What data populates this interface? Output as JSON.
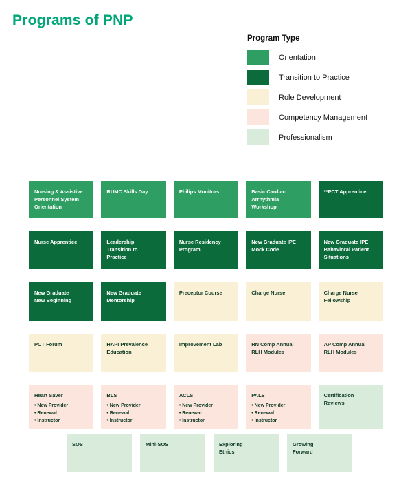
{
  "page": {
    "title": "Programs of PNP"
  },
  "colors": {
    "title": "#00a678",
    "text_dark": "#0f3b26",
    "text_light": "#ffffff"
  },
  "palette": {
    "orientation": {
      "bg": "#2f9e62",
      "text": "#ffffff"
    },
    "transition": {
      "bg": "#0b6b3b",
      "text": "#ffffff"
    },
    "role": {
      "bg": "#faf0d5",
      "text": "#0f3b26"
    },
    "competency": {
      "bg": "#fce5dc",
      "text": "#0f3b26"
    },
    "professionalism": {
      "bg": "#d9ebdb",
      "text": "#0f3b26"
    }
  },
  "bullet_glyph": "•",
  "legend": {
    "title": "Program Type",
    "items": [
      {
        "label": "Orientation",
        "type": "orientation"
      },
      {
        "label": "Transition to Practice",
        "type": "transition"
      },
      {
        "label": "Role Development",
        "type": "role"
      },
      {
        "label": "Competency Management",
        "type": "competency"
      },
      {
        "label": "Professionalism",
        "type": "professionalism"
      }
    ]
  },
  "grid": {
    "rows": [
      [
        {
          "label": "Nursing & Assistive\nPersonnel System\nOrientation",
          "type": "orientation"
        },
        {
          "label": "RUMC Skills Day",
          "type": "orientation"
        },
        {
          "label": "Philips Monitors",
          "type": "orientation"
        },
        {
          "label": "Basic Cardiac\nArrhythmia\nWorkshop",
          "type": "orientation"
        },
        {
          "label": "**PCT Apprentice",
          "type": "transition"
        }
      ],
      [
        {
          "label": "Nurse Apprentice",
          "type": "transition"
        },
        {
          "label": "Leadership\nTransition to\nPractice",
          "type": "transition"
        },
        {
          "label": "Nurse Residency\nProgram",
          "type": "transition"
        },
        {
          "label": "New Graduate IPE\nMock Code",
          "type": "transition"
        },
        {
          "label": "New Graduate IPE\nBahavioral Patient\nSituations",
          "type": "transition"
        }
      ],
      [
        {
          "label": "New Graduate\nNew Beginning",
          "type": "transition"
        },
        {
          "label": "New Graduate\nMentorship",
          "type": "transition"
        },
        {
          "label": "Preceptor Course",
          "type": "role"
        },
        {
          "label": "Charge Nurse",
          "type": "role"
        },
        {
          "label": "Charge Nurse\nFellowship",
          "type": "role"
        }
      ],
      [
        {
          "label": "PCT Forum",
          "type": "role"
        },
        {
          "label": "HAPI Prevalence\nEducation",
          "type": "role"
        },
        {
          "label": "Improvement Lab",
          "type": "role"
        },
        {
          "label": "RN Comp Annual\nRLH Modules",
          "type": "competency"
        },
        {
          "label": "AP Comp Annual\nRLH Modules",
          "type": "competency"
        }
      ],
      [
        {
          "label": "Heart Saver",
          "type": "competency",
          "bullets": [
            "New Provider",
            "Renewal",
            "Instructor"
          ]
        },
        {
          "label": "BLS",
          "type": "competency",
          "bullets": [
            "New Provider",
            "Renewal",
            "Instructor"
          ]
        },
        {
          "label": "ACLS",
          "type": "competency",
          "bullets": [
            "New Provider",
            "Renewal",
            "Instructor"
          ]
        },
        {
          "label": "PALS",
          "type": "competency",
          "bullets": [
            "New Provider",
            "Renewal",
            "Instructor"
          ]
        },
        {
          "label": "Certification\nReviews",
          "type": "professionalism"
        }
      ]
    ]
  },
  "bottom_row": [
    {
      "label": "SOS",
      "type": "professionalism"
    },
    {
      "label": "Mini-SOS",
      "type": "professionalism"
    },
    {
      "label": "Exploring\nEthics",
      "type": "professionalism"
    },
    {
      "label": "Growing\nForward",
      "type": "professionalism"
    }
  ]
}
